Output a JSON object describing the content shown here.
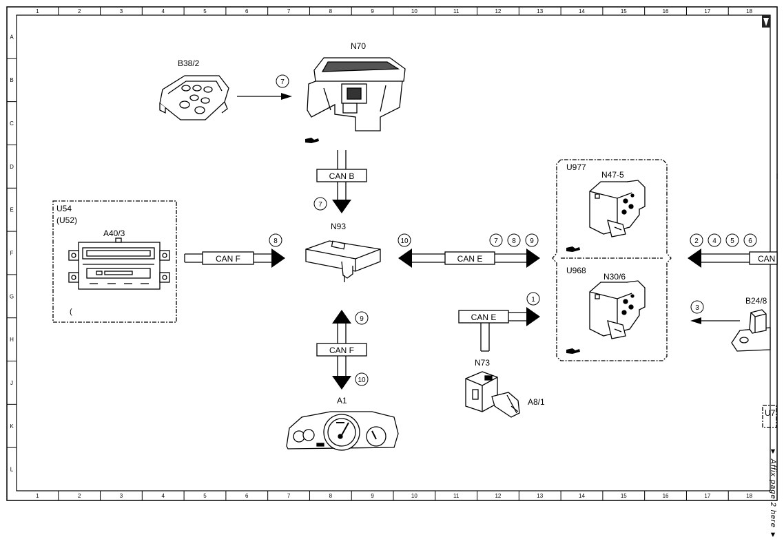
{
  "border": {
    "columns": [
      "1",
      "2",
      "3",
      "4",
      "5",
      "6",
      "7",
      "8",
      "9",
      "10",
      "11",
      "12",
      "13",
      "14",
      "15",
      "16",
      "17",
      "18"
    ],
    "rows": [
      "A",
      "B",
      "C",
      "D",
      "E",
      "F",
      "G",
      "H",
      "J",
      "K",
      "L"
    ]
  },
  "components": {
    "b38_2": "B38/2",
    "n70": "N70",
    "n93": "N93",
    "u54": "U54",
    "u52": "(U52)",
    "a40_3": "A40/3",
    "a40_3_paren": "(",
    "a1": "A1",
    "n73": "N73",
    "a8_1": "A8/1",
    "u977": "U977",
    "n47_5": "N47-5",
    "u968": "U968",
    "n30_6": "N30/6",
    "b24_8": "B24/8",
    "u7": "U7"
  },
  "bus_labels": {
    "can_b": "CAN B",
    "can_f_left": "CAN F",
    "can_f_vertical": "CAN F",
    "can_e_right": "CAN E",
    "can_e_n73": "CAN E",
    "can_edge": "CAN"
  },
  "markers": {
    "b38_n70": "7",
    "can_b": "7",
    "can_f_left": "8",
    "can_e_left": "10",
    "can_e_right": [
      "7",
      "8",
      "9"
    ],
    "vertical_up": "9",
    "vertical_down": "10",
    "n73": "1",
    "right_edge": [
      "2",
      "4",
      "5",
      "6"
    ],
    "b24_8": "3"
  },
  "footer": {
    "affix_note": "▼ Affix page 2 here ▼"
  },
  "colors": {
    "line": "#000000",
    "background": "#ffffff"
  }
}
